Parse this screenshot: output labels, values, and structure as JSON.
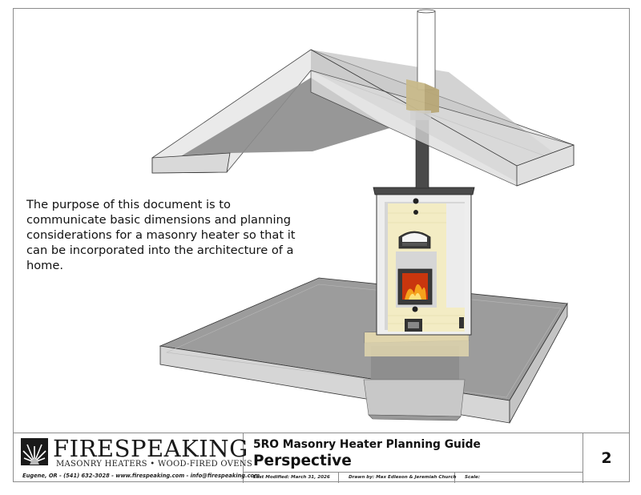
{
  "drawing": {
    "description": "The purpose of this document is to communicate basic dimensions and planning considerations for a masonry heater so that it can be incorporated into the architecture of a home.",
    "colors": {
      "roof_light": "#e4e4e4",
      "roof_dark": "#8a8a8a",
      "floor": "#9a9a9a",
      "firebrick": "#f3ecc4",
      "insulation": "#cfcfcf",
      "flue": "#4a4a4a",
      "chimney": "#ffffff",
      "flashing": "#c8b98a",
      "fire": "#e8551a"
    }
  },
  "title_block": {
    "brand": "FIRESPEAKING",
    "tagline": "MASONRY HEATERS • WOOD-FIRED OVENS",
    "contact": "Eugene, OR - (541) 632-3028 - www.firespeaking.com - info@firespeaking.com",
    "guide_title": "5RO Masonry Heater Planning Guide",
    "sheet_title": "Perspective",
    "last_modified": "Last Modified: March 31, 2026",
    "drawn_by": "Drawn by: Max Edleson & Jeremiah Church",
    "scale": "Scale:",
    "page_number": "2"
  }
}
